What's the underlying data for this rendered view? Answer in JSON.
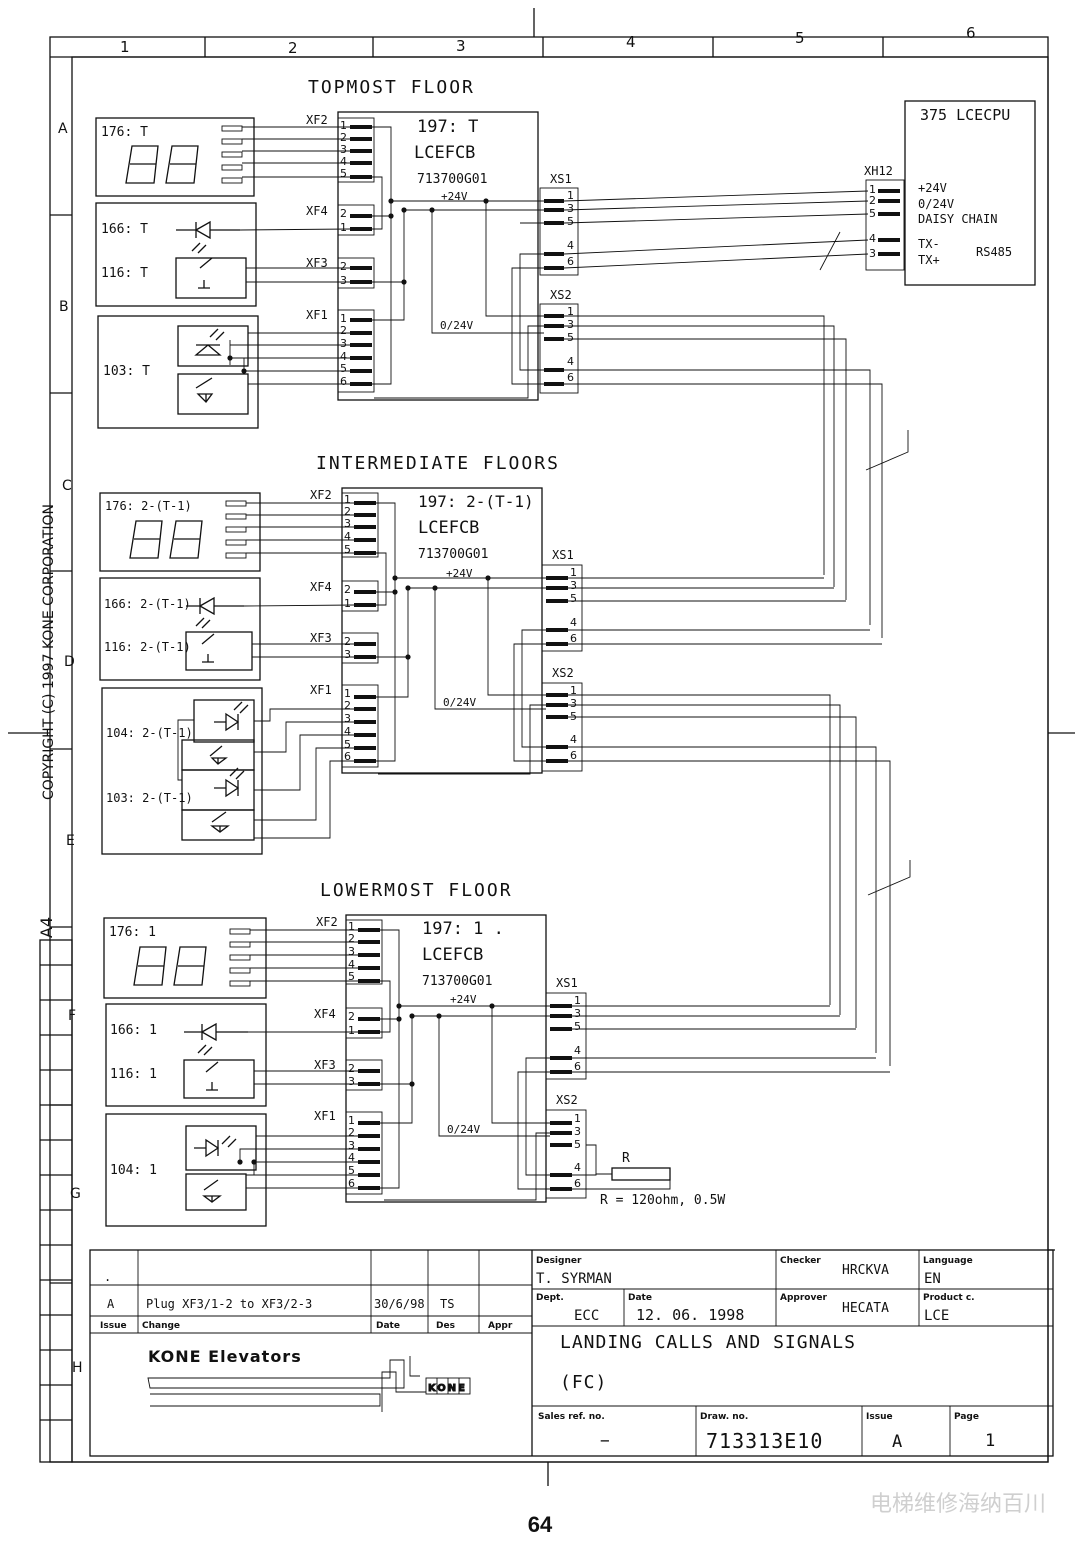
{
  "frame": {
    "columns": [
      "1",
      "2",
      "3",
      "4",
      "5",
      "6"
    ],
    "rows": [
      "A",
      "B",
      "C",
      "D",
      "E",
      "F",
      "G",
      "H"
    ],
    "size_label": "A4",
    "copyright": "COPYRIGHT (C) 1997 KONE CORPORATION"
  },
  "sections": {
    "top": {
      "title": "TOPMOST FLOOR",
      "board_id": "197: T",
      "board_name": "LCEFCB",
      "board_code": "713700G01",
      "display": "176: T",
      "call_button_166": "166: T",
      "call_button_116": "116: T",
      "signal_103": "103: T"
    },
    "mid": {
      "title": "INTERMEDIATE FLOORS",
      "board_id": "197: 2-(T-1)",
      "board_name": "LCEFCB",
      "board_code": "713700G01",
      "display": "176: 2-(T-1)",
      "call_button_166": "166: 2-(T-1)",
      "call_button_116": "116: 2-(T-1)",
      "signal_104": "104: 2-(T-1)",
      "signal_103": "103: 2-(T-1)"
    },
    "low": {
      "title": "LOWERMOST FLOOR",
      "board_id": "197: 1 .",
      "board_name": "LCEFCB",
      "board_code": "713700G01",
      "display": "176: 1",
      "call_button_166": "166: 1",
      "call_button_116": "116: 1",
      "signal_104": "104: 1"
    }
  },
  "connectors": {
    "xf2": "XF2",
    "xf4": "XF4",
    "xf3": "XF3",
    "xf1": "XF1",
    "xs1": "XS1",
    "xs2": "XS2",
    "xh12": "XH12",
    "v24": "+24V",
    "v0": "0/24V"
  },
  "pin_numbers": {
    "p1": "1",
    "p2": "2",
    "p3": "3",
    "p4": "4",
    "p5": "5",
    "p6": "6"
  },
  "cpu": {
    "title": "375  LCECPU",
    "sig_24v": "+24V",
    "sig_0v": "0/24V",
    "sig_daisy": "DAISY CHAIN",
    "sig_txm": "TX-",
    "sig_txp": "TX+",
    "rs485": "RS485"
  },
  "resistor": {
    "label": "R",
    "value": "R = 120ohm,  0.5W"
  },
  "title_block": {
    "revision": {
      "issue": "A",
      "change": "Plug XF3/1-2 to XF3/2-3",
      "date": "30/6/98",
      "des": "TS",
      "appr": "",
      "dot": "."
    },
    "headers": {
      "issue": "Issue",
      "change": "Change",
      "date": "Date",
      "des": "Des",
      "appr": "Appr",
      "designer": "Designer",
      "checker": "Checker",
      "language": "Language",
      "dept": "Dept.",
      "date2": "Date",
      "approver": "Approver",
      "product": "Product c.",
      "sales_ref": "Sales ref. no.",
      "draw_no": "Draw. no.",
      "issue2": "Issue",
      "page": "Page"
    },
    "designer": "T. SYRMAN",
    "checker": "HRCKVA",
    "language": "EN",
    "dept": "ECC",
    "date": "12. 06. 1998",
    "approver": "HECATA",
    "product": "LCE",
    "company": "KONE Elevators",
    "logo_text": "KONE",
    "title": "LANDING CALLS AND SIGNALS",
    "subtitle": "(FC)",
    "sales_ref": "−",
    "drawing_no": "713313E10",
    "issue": "A",
    "page": "1"
  },
  "page_number": "64",
  "watermark": "电梯维修海纳百川"
}
